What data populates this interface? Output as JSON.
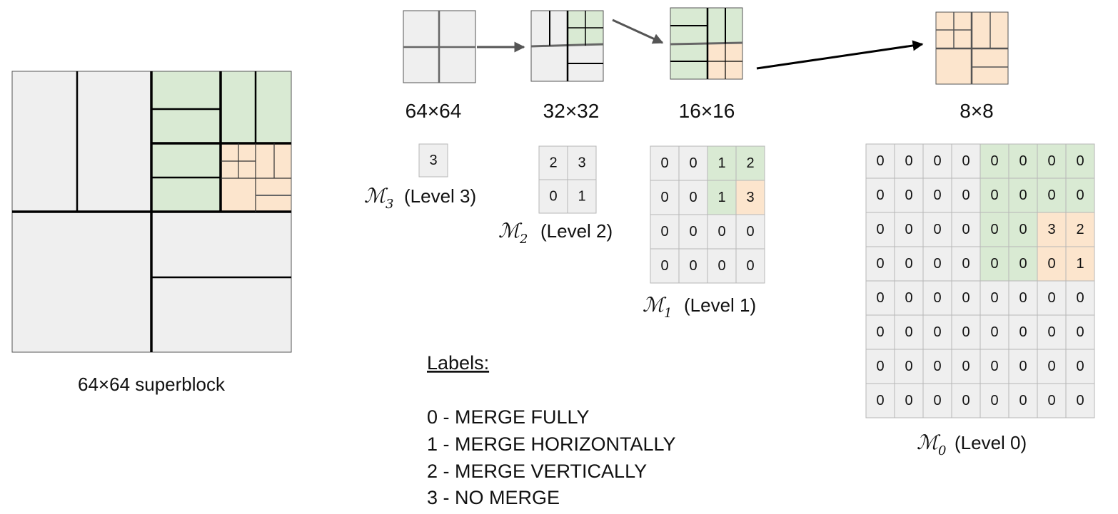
{
  "colors": {
    "gray": "#efefef",
    "green": "#d9ead3",
    "orange": "#fce5cd",
    "line": "#000000",
    "grid": "#b7b7b7"
  },
  "superblock": {
    "label": "64×64 superblock"
  },
  "stages": [
    {
      "label": "64×64"
    },
    {
      "label": "32×32"
    },
    {
      "label": "16×16"
    },
    {
      "label": "8×8"
    }
  ],
  "maps": {
    "m3": {
      "symbol": "ℳ",
      "sub": "3",
      "caption": "(Level 3)",
      "rows": [
        [
          "3"
        ]
      ]
    },
    "m2": {
      "symbol": "ℳ",
      "sub": "2",
      "caption": "(Level 2)",
      "rows": [
        [
          "2",
          "3"
        ],
        [
          "0",
          "1"
        ]
      ]
    },
    "m1": {
      "symbol": "ℳ",
      "sub": "1",
      "caption": "(Level 1)",
      "rows": [
        [
          "0",
          "0",
          "1",
          "2"
        ],
        [
          "0",
          "0",
          "1",
          "3"
        ],
        [
          "0",
          "0",
          "0",
          "0"
        ],
        [
          "0",
          "0",
          "0",
          "0"
        ]
      ],
      "colors": [
        [
          "gray",
          "gray",
          "green",
          "green"
        ],
        [
          "gray",
          "gray",
          "green",
          "orange"
        ],
        [
          "gray",
          "gray",
          "gray",
          "gray"
        ],
        [
          "gray",
          "gray",
          "gray",
          "gray"
        ]
      ]
    },
    "m0": {
      "symbol": "ℳ",
      "sub": "0",
      "caption": "(Level 0)",
      "rows": [
        [
          "0",
          "0",
          "0",
          "0",
          "0",
          "0",
          "0",
          "0"
        ],
        [
          "0",
          "0",
          "0",
          "0",
          "0",
          "0",
          "0",
          "0"
        ],
        [
          "0",
          "0",
          "0",
          "0",
          "0",
          "0",
          "3",
          "2"
        ],
        [
          "0",
          "0",
          "0",
          "0",
          "0",
          "0",
          "0",
          "1"
        ],
        [
          "0",
          "0",
          "0",
          "0",
          "0",
          "0",
          "0",
          "0"
        ],
        [
          "0",
          "0",
          "0",
          "0",
          "0",
          "0",
          "0",
          "0"
        ],
        [
          "0",
          "0",
          "0",
          "0",
          "0",
          "0",
          "0",
          "0"
        ],
        [
          "0",
          "0",
          "0",
          "0",
          "0",
          "0",
          "0",
          "0"
        ]
      ],
      "colors": [
        [
          "gray",
          "gray",
          "gray",
          "gray",
          "green",
          "green",
          "green",
          "green"
        ],
        [
          "gray",
          "gray",
          "gray",
          "gray",
          "green",
          "green",
          "green",
          "green"
        ],
        [
          "gray",
          "gray",
          "gray",
          "gray",
          "green",
          "green",
          "orange",
          "orange"
        ],
        [
          "gray",
          "gray",
          "gray",
          "gray",
          "green",
          "green",
          "orange",
          "orange"
        ],
        [
          "gray",
          "gray",
          "gray",
          "gray",
          "gray",
          "gray",
          "gray",
          "gray"
        ],
        [
          "gray",
          "gray",
          "gray",
          "gray",
          "gray",
          "gray",
          "gray",
          "gray"
        ],
        [
          "gray",
          "gray",
          "gray",
          "gray",
          "gray",
          "gray",
          "gray",
          "gray"
        ],
        [
          "gray",
          "gray",
          "gray",
          "gray",
          "gray",
          "gray",
          "gray",
          "gray"
        ]
      ]
    }
  },
  "legend": {
    "title": "Labels:",
    "items": [
      "0 - MERGE FULLY",
      "1 - MERGE HORIZONTALLY",
      "2 - MERGE VERTICALLY",
      "3 - NO MERGE"
    ]
  }
}
